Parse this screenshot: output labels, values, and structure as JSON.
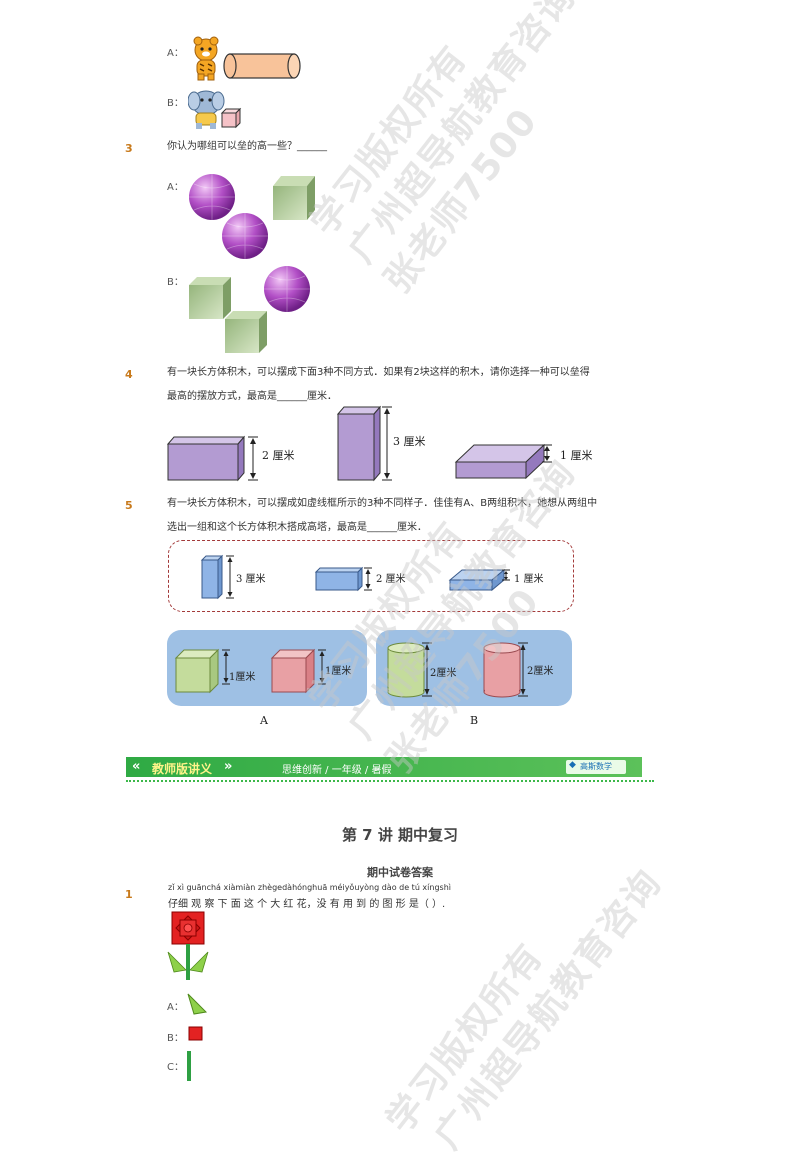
{
  "q2_options": {
    "a": "A：",
    "b": "B："
  },
  "q3": {
    "number": "3",
    "text": "你认为哪组可以垒的高一些？______",
    "a": "A：",
    "b": "B："
  },
  "q4": {
    "number": "4",
    "line1": "有一块长方体积木，可以摆成下面3种不同方式．如果有2块这样的积木，请你选择一种可以垒得",
    "line2": "最高的摆放方式，最高是______厘米．",
    "labels": [
      "2 厘米",
      "3 厘米",
      "1 厘米"
    ]
  },
  "q5": {
    "number": "5",
    "line1": "有一块长方体积木，可以摆成如虚线框所示的3种不同样子．佳佳有A、B两组积木，她想从两组中",
    "line2": "选出一组和这个长方体积木搭成高塔，最高是______厘米．",
    "box_labels": [
      "3 厘米",
      "2 厘米",
      "1 厘米"
    ],
    "group_a_labels": [
      "1厘米",
      "1厘米"
    ],
    "group_b_labels": [
      "2厘米",
      "2厘米"
    ],
    "group_a": "A",
    "group_b": "B"
  },
  "banner": {
    "title": "教师版讲义",
    "crumbs": "思维创新 / 一年级 / 暑假",
    "logo": "高斯数学"
  },
  "lesson": {
    "title": "第 7 讲   期中复习",
    "subtitle": "期中试卷答案"
  },
  "a1": {
    "number": "1",
    "pinyin": "zǐ xì guānchá xiàmiàn zhègedàhónghuā  méiyǒuyòng dào de tú xíngshì",
    "text": "仔细  观  察 下  面  这 个 大  红  花，没  有  用  到 的 图 形 是（      ）.",
    "a": "A：",
    "b": "B：",
    "c": "C："
  },
  "watermarks": [
    "学习版权所有",
    "广州超导航教育咨询",
    "张老师7500"
  ],
  "colors": {
    "purple": "#b39bd2",
    "green_cube": "#a8c880",
    "blue_block": "#8fb4e6",
    "panel_blue": "#9ec0e4",
    "banner_green": "#3cb84a",
    "qnum_orange": "#c87a1c",
    "dash_red": "#a33a3a"
  }
}
